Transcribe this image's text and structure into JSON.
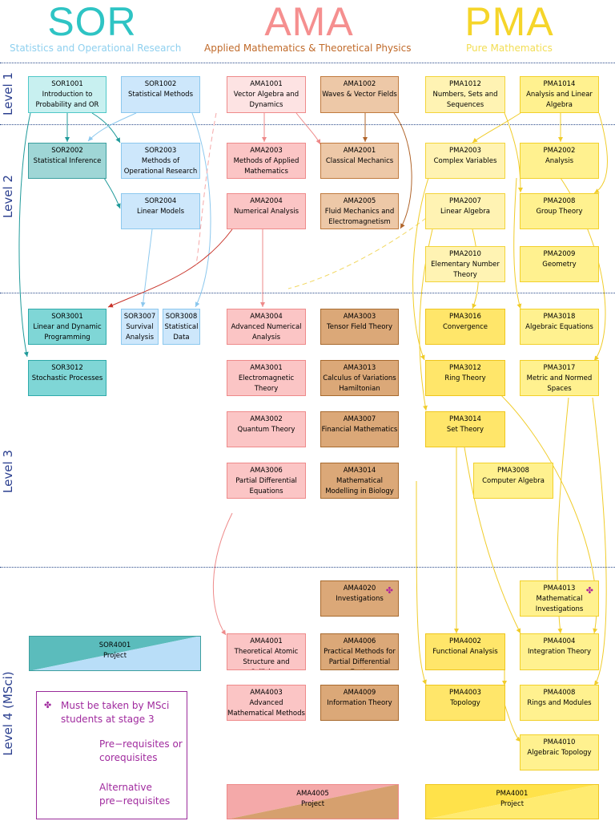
{
  "headers": {
    "sor": {
      "abbr": "SOR",
      "full": "Statistics and Operational Research",
      "color": "#2ec4c4",
      "sub_color": "#8fd0ef"
    },
    "ama": {
      "abbr": "AMA",
      "full": "Applied Mathematics & Theoretical Physics",
      "color": "#f58f8f",
      "sub_color": "#c06a2a"
    },
    "pma": {
      "abbr": "PMA",
      "full": "Pure Mathematics",
      "color": "#f5d52a",
      "sub_color": "#f2dd53"
    }
  },
  "levels": [
    "Level 1",
    "Level 2",
    "Level 3",
    "Level 4 (MSci)"
  ],
  "modules": {
    "SOR1001": {
      "code": "SOR1001",
      "title": "Introduction to Probability and OR"
    },
    "SOR1002": {
      "code": "SOR1002",
      "title": "Statistical Methods"
    },
    "AMA1001": {
      "code": "AMA1001",
      "title": "Vector Algebra and Dynamics"
    },
    "AMA1002": {
      "code": "AMA1002",
      "title": "Waves & Vector Fields"
    },
    "PMA1012": {
      "code": "PMA1012",
      "title": "Numbers, Sets and Sequences"
    },
    "PMA1014": {
      "code": "PMA1014",
      "title": "Analysis and Linear Algebra"
    },
    "SOR2002": {
      "code": "SOR2002",
      "title": "Statistical Inference"
    },
    "SOR2003": {
      "code": "SOR2003",
      "title": "Methods of Operational Research"
    },
    "SOR2004": {
      "code": "SOR2004",
      "title": "Linear Models"
    },
    "AMA2003": {
      "code": "AMA2003",
      "title": "Methods of Applied Mathematics"
    },
    "AMA2001": {
      "code": "AMA2001",
      "title": "Classical Mechanics"
    },
    "AMA2004": {
      "code": "AMA2004",
      "title": "Numerical Analysis"
    },
    "AMA2005": {
      "code": "AMA2005",
      "title": "Fluid Mechanics and Electromagnetism"
    },
    "PMA2003": {
      "code": "PMA2003",
      "title": "Complex Variables"
    },
    "PMA2002": {
      "code": "PMA2002",
      "title": "Analysis"
    },
    "PMA2007": {
      "code": "PMA2007",
      "title": "Linear Algebra"
    },
    "PMA2008": {
      "code": "PMA2008",
      "title": "Group Theory"
    },
    "PMA2010": {
      "code": "PMA2010",
      "title": "Elementary Number Theory"
    },
    "PMA2009": {
      "code": "PMA2009",
      "title": "Geometry"
    },
    "SOR3001": {
      "code": "SOR3001",
      "title": "Linear and Dynamic Programming"
    },
    "SOR3007": {
      "code": "SOR3007",
      "title": "Survival Analysis"
    },
    "SOR3008": {
      "code": "SOR3008",
      "title": "Statistical Data Mining"
    },
    "SOR3012": {
      "code": "SOR3012",
      "title": "Stochastic Processes"
    },
    "AMA3004": {
      "code": "AMA3004",
      "title": "Advanced Numerical Analysis"
    },
    "AMA3003": {
      "code": "AMA3003",
      "title": "Tensor Field Theory"
    },
    "AMA3001": {
      "code": "AMA3001",
      "title": "Electromagnetic Theory"
    },
    "AMA3013": {
      "code": "AMA3013",
      "title": "Calculus of Variations Hamiltonian Dynamics"
    },
    "AMA3002": {
      "code": "AMA3002",
      "title": "Quantum Theory"
    },
    "AMA3007": {
      "code": "AMA3007",
      "title": "Financial Mathematics"
    },
    "AMA3006": {
      "code": "AMA3006",
      "title": "Partial Differential Equations"
    },
    "AMA3014": {
      "code": "AMA3014",
      "title": "Mathematical Modelling in Biology and Medicine"
    },
    "PMA3016": {
      "code": "PMA3016",
      "title": "Convergence"
    },
    "PMA3018": {
      "code": "PMA3018",
      "title": "Algebraic Equations"
    },
    "PMA3012": {
      "code": "PMA3012",
      "title": "Ring Theory"
    },
    "PMA3017": {
      "code": "PMA3017",
      "title": "Metric and Normed Spaces"
    },
    "PMA3014": {
      "code": "PMA3014",
      "title": "Set Theory"
    },
    "PMA3008": {
      "code": "PMA3008",
      "title": "Computer Algebra"
    },
    "AMA4020": {
      "code": "AMA4020",
      "title": "Investigations"
    },
    "PMA4013": {
      "code": "PMA4013",
      "title": "Mathematical Investigations"
    },
    "SOR4001": {
      "code": "SOR4001",
      "title": "Project"
    },
    "AMA4001": {
      "code": "AMA4001",
      "title": "Theoretical Atomic Structure and Collisions"
    },
    "AMA4006": {
      "code": "AMA4006",
      "title": "Practical Methods for Partial Differential Eqn's"
    },
    "PMA4002": {
      "code": "PMA4002",
      "title": "Functional Analysis"
    },
    "PMA4004": {
      "code": "PMA4004",
      "title": "Integration Theory"
    },
    "AMA4003": {
      "code": "AMA4003",
      "title": "Advanced Mathematical Methods"
    },
    "AMA4009": {
      "code": "AMA4009",
      "title": "Information Theory"
    },
    "PMA4003": {
      "code": "PMA4003",
      "title": "Topology"
    },
    "PMA4008": {
      "code": "PMA4008",
      "title": "Rings and Modules"
    },
    "PMA4010": {
      "code": "PMA4010",
      "title": "Algebraic Topology"
    },
    "AMA4005": {
      "code": "AMA4005",
      "title": "Project"
    },
    "PMA4001": {
      "code": "PMA4001",
      "title": "Project"
    }
  },
  "legend": {
    "msci_symbol": "✤",
    "msci_note": "Must be taken by MSci students at stage 3",
    "prereq_label": "Pre−requisites or corequisites",
    "alt_label": "Alternative pre−requisites"
  },
  "colors": {
    "sor_light": "#c8f0f0",
    "sor_light_border": "#4fc8c8",
    "sor_blue": "#cde7fb",
    "sor_blue_border": "#8cc8ee",
    "sor_mid": "#9fd6d6",
    "sor_mid_border": "#3c9f9f",
    "sor_dark": "#7fd6d6",
    "sor_dark_border": "#2faaaa",
    "ama_pink": "#fbc5c5",
    "ama_pink_border": "#ee8a8a",
    "ama_pale": "#fde3e3",
    "ama_tan": "#edc8a7",
    "ama_tan_border": "#c07a3e",
    "ama_brown": "#dba878",
    "ama_brown_border": "#a86a2e",
    "pma_pale": "#fff3b3",
    "pma_pale_border": "#f3d43a",
    "pma_yellow": "#fff18f",
    "pma_yellow_border": "#f2d02a",
    "pma_gold": "#ffe66a",
    "pma_gold_border": "#efc61e",
    "legend_purple": "#a02a9e",
    "level_text": "#2b3f8f"
  }
}
